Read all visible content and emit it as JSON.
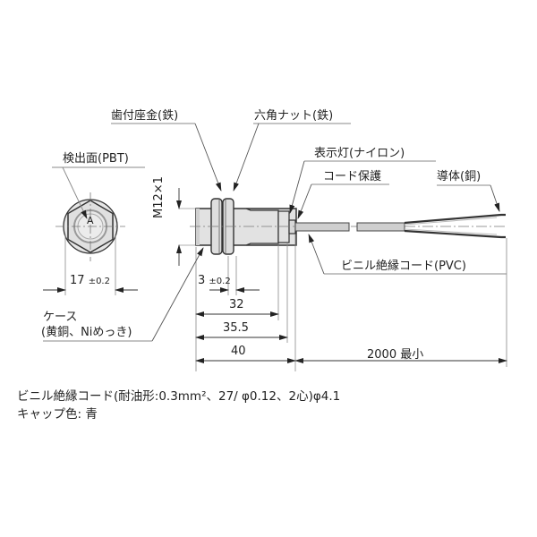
{
  "labels": {
    "washer": "歯付座金(鉄)",
    "hex_nut": "六角ナット(鉄)",
    "sensing_face": "検出面(PBT)",
    "indicator": "表示灯(ナイロン)",
    "cord_protector": "コード保護",
    "conductor": "導体(銅)",
    "pvc_cord": "ビニル絶縁コード(PVC)",
    "case_line1": "ケース",
    "case_line2": "(黄銅、Niめっき)",
    "marker_a": "A",
    "thread": "M12×1"
  },
  "dimensions": {
    "hex_width": "17",
    "hex_width_tol": "±0.2",
    "nut_thickness": "3",
    "nut_thickness_tol": "±0.2",
    "body_32": "32",
    "body_35_5": "35.5",
    "body_40": "40",
    "cord_length": "2000 最小"
  },
  "notes": {
    "cord_spec": "ビニル絶縁コード(耐油形:0.3mm²、27/ φ0.12、2心)φ4.1",
    "cap_color": "キャップ色: 青"
  },
  "colors": {
    "line": "#3a3a3a",
    "body_fill": "#e3e3e3",
    "leader": "#8a8a8a"
  }
}
